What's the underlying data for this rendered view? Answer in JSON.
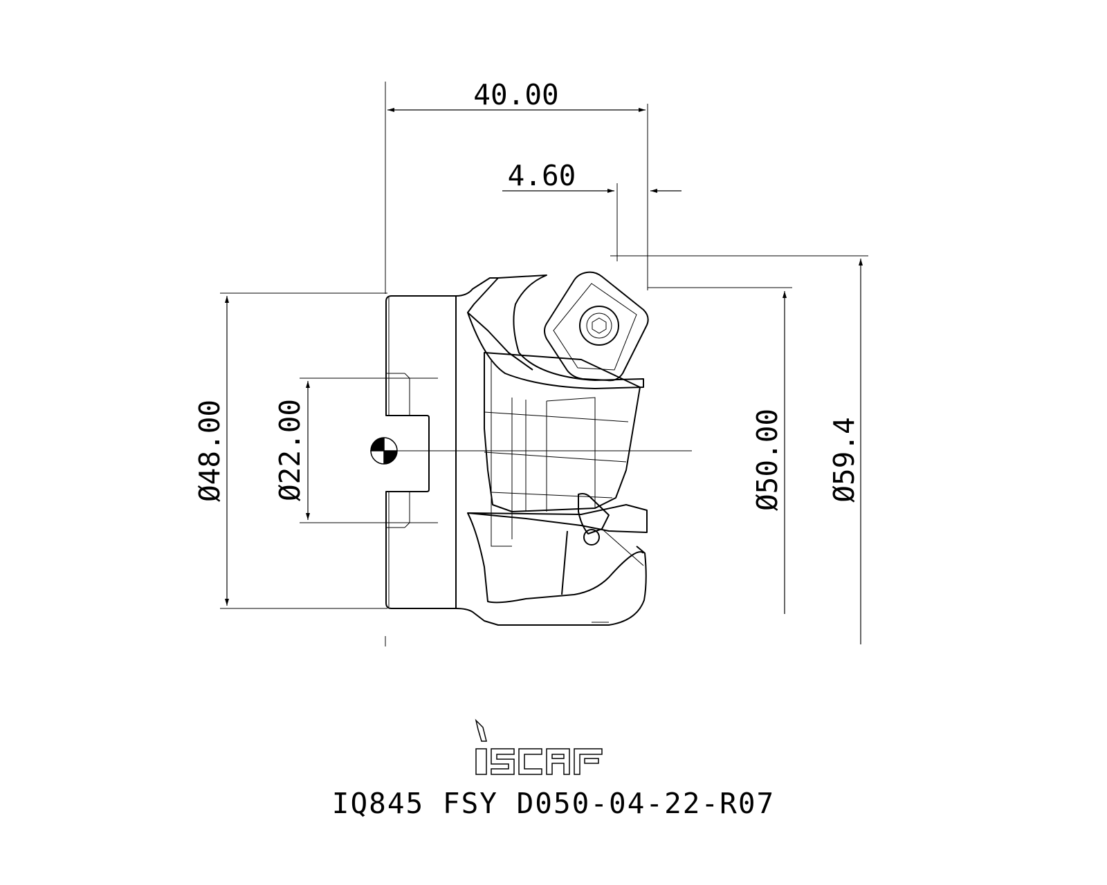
{
  "dimensions": {
    "overall_length": "40.00",
    "insert_offset": "4.60",
    "body_diameter": "Ø48.00",
    "bore_diameter": "Ø22.00",
    "cutting_diameter": "Ø50.00",
    "max_diameter": "Ø59.4"
  },
  "logo": {
    "text": "iscar"
  },
  "part_number": "IQ845 FSY D050-04-22-R07",
  "colors": {
    "ink": "#000000",
    "background": "#ffffff"
  }
}
